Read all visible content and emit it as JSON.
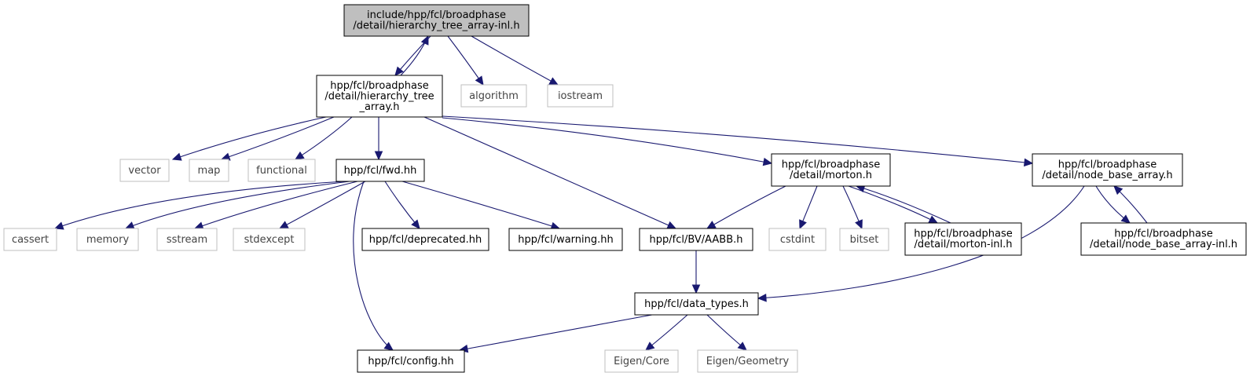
{
  "colors": {
    "edge": "#191970",
    "root_fill": "#bfbfbf",
    "doc_border": "#000000",
    "sys_border": "#bfbfbf"
  },
  "nodes": [
    {
      "id": "root",
      "kind": "root",
      "lines": [
        "include/hpp/fcl/broadphase",
        "/detail/hierarchy_tree_array-inl.h"
      ]
    },
    {
      "id": "hta",
      "kind": "doc",
      "lines": [
        "hpp/fcl/broadphase",
        "/detail/hierarchy_tree",
        "_array.h"
      ]
    },
    {
      "id": "algorithm",
      "kind": "sys",
      "lines": [
        "algorithm"
      ]
    },
    {
      "id": "iostream",
      "kind": "sys",
      "lines": [
        "iostream"
      ]
    },
    {
      "id": "vector",
      "kind": "sys",
      "lines": [
        "vector"
      ]
    },
    {
      "id": "map",
      "kind": "sys",
      "lines": [
        "map"
      ]
    },
    {
      "id": "functional",
      "kind": "sys",
      "lines": [
        "functional"
      ]
    },
    {
      "id": "fwd",
      "kind": "doc",
      "lines": [
        "hpp/fcl/fwd.hh"
      ]
    },
    {
      "id": "morton",
      "kind": "doc",
      "lines": [
        "hpp/fcl/broadphase",
        "/detail/morton.h"
      ]
    },
    {
      "id": "nba",
      "kind": "doc",
      "lines": [
        "hpp/fcl/broadphase",
        "/detail/node_base_array.h"
      ]
    },
    {
      "id": "cassert",
      "kind": "sys",
      "lines": [
        "cassert"
      ]
    },
    {
      "id": "memory",
      "kind": "sys",
      "lines": [
        "memory"
      ]
    },
    {
      "id": "sstream",
      "kind": "sys",
      "lines": [
        "sstream"
      ]
    },
    {
      "id": "stdexcept",
      "kind": "sys",
      "lines": [
        "stdexcept"
      ]
    },
    {
      "id": "deprecated",
      "kind": "doc",
      "lines": [
        "hpp/fcl/deprecated.hh"
      ]
    },
    {
      "id": "warning",
      "kind": "doc",
      "lines": [
        "hpp/fcl/warning.hh"
      ]
    },
    {
      "id": "aabb",
      "kind": "doc",
      "lines": [
        "hpp/fcl/BV/AABB.h"
      ]
    },
    {
      "id": "cstdint",
      "kind": "sys",
      "lines": [
        "cstdint"
      ]
    },
    {
      "id": "bitset",
      "kind": "sys",
      "lines": [
        "bitset"
      ]
    },
    {
      "id": "mortoninl",
      "kind": "doc",
      "lines": [
        "hpp/fcl/broadphase",
        "/detail/morton-inl.h"
      ]
    },
    {
      "id": "nbainl",
      "kind": "doc",
      "lines": [
        "hpp/fcl/broadphase",
        "/detail/node_base_array-inl.h"
      ]
    },
    {
      "id": "datatypes",
      "kind": "doc",
      "lines": [
        "hpp/fcl/data_types.h"
      ]
    },
    {
      "id": "config",
      "kind": "doc",
      "lines": [
        "hpp/fcl/config.hh"
      ]
    },
    {
      "id": "eigencore",
      "kind": "sys",
      "lines": [
        "Eigen/Core"
      ]
    },
    {
      "id": "eigengeom",
      "kind": "sys",
      "lines": [
        "Eigen/Geometry"
      ]
    }
  ],
  "edges": [
    [
      "root",
      "hta"
    ],
    [
      "root",
      "algorithm"
    ],
    [
      "root",
      "iostream"
    ],
    [
      "hta",
      "root"
    ],
    [
      "hta",
      "vector"
    ],
    [
      "hta",
      "map"
    ],
    [
      "hta",
      "functional"
    ],
    [
      "hta",
      "fwd"
    ],
    [
      "hta",
      "aabb"
    ],
    [
      "hta",
      "morton"
    ],
    [
      "hta",
      "nba"
    ],
    [
      "fwd",
      "cassert"
    ],
    [
      "fwd",
      "memory"
    ],
    [
      "fwd",
      "sstream"
    ],
    [
      "fwd",
      "stdexcept"
    ],
    [
      "fwd",
      "deprecated"
    ],
    [
      "fwd",
      "warning"
    ],
    [
      "fwd",
      "config"
    ],
    [
      "morton",
      "aabb"
    ],
    [
      "morton",
      "cstdint"
    ],
    [
      "morton",
      "bitset"
    ],
    [
      "morton",
      "mortoninl"
    ],
    [
      "mortoninl",
      "morton"
    ],
    [
      "nba",
      "datatypes"
    ],
    [
      "nba",
      "nbainl"
    ],
    [
      "nbainl",
      "nba"
    ],
    [
      "aabb",
      "datatypes"
    ],
    [
      "datatypes",
      "config"
    ],
    [
      "datatypes",
      "eigencore"
    ],
    [
      "datatypes",
      "eigengeom"
    ]
  ]
}
